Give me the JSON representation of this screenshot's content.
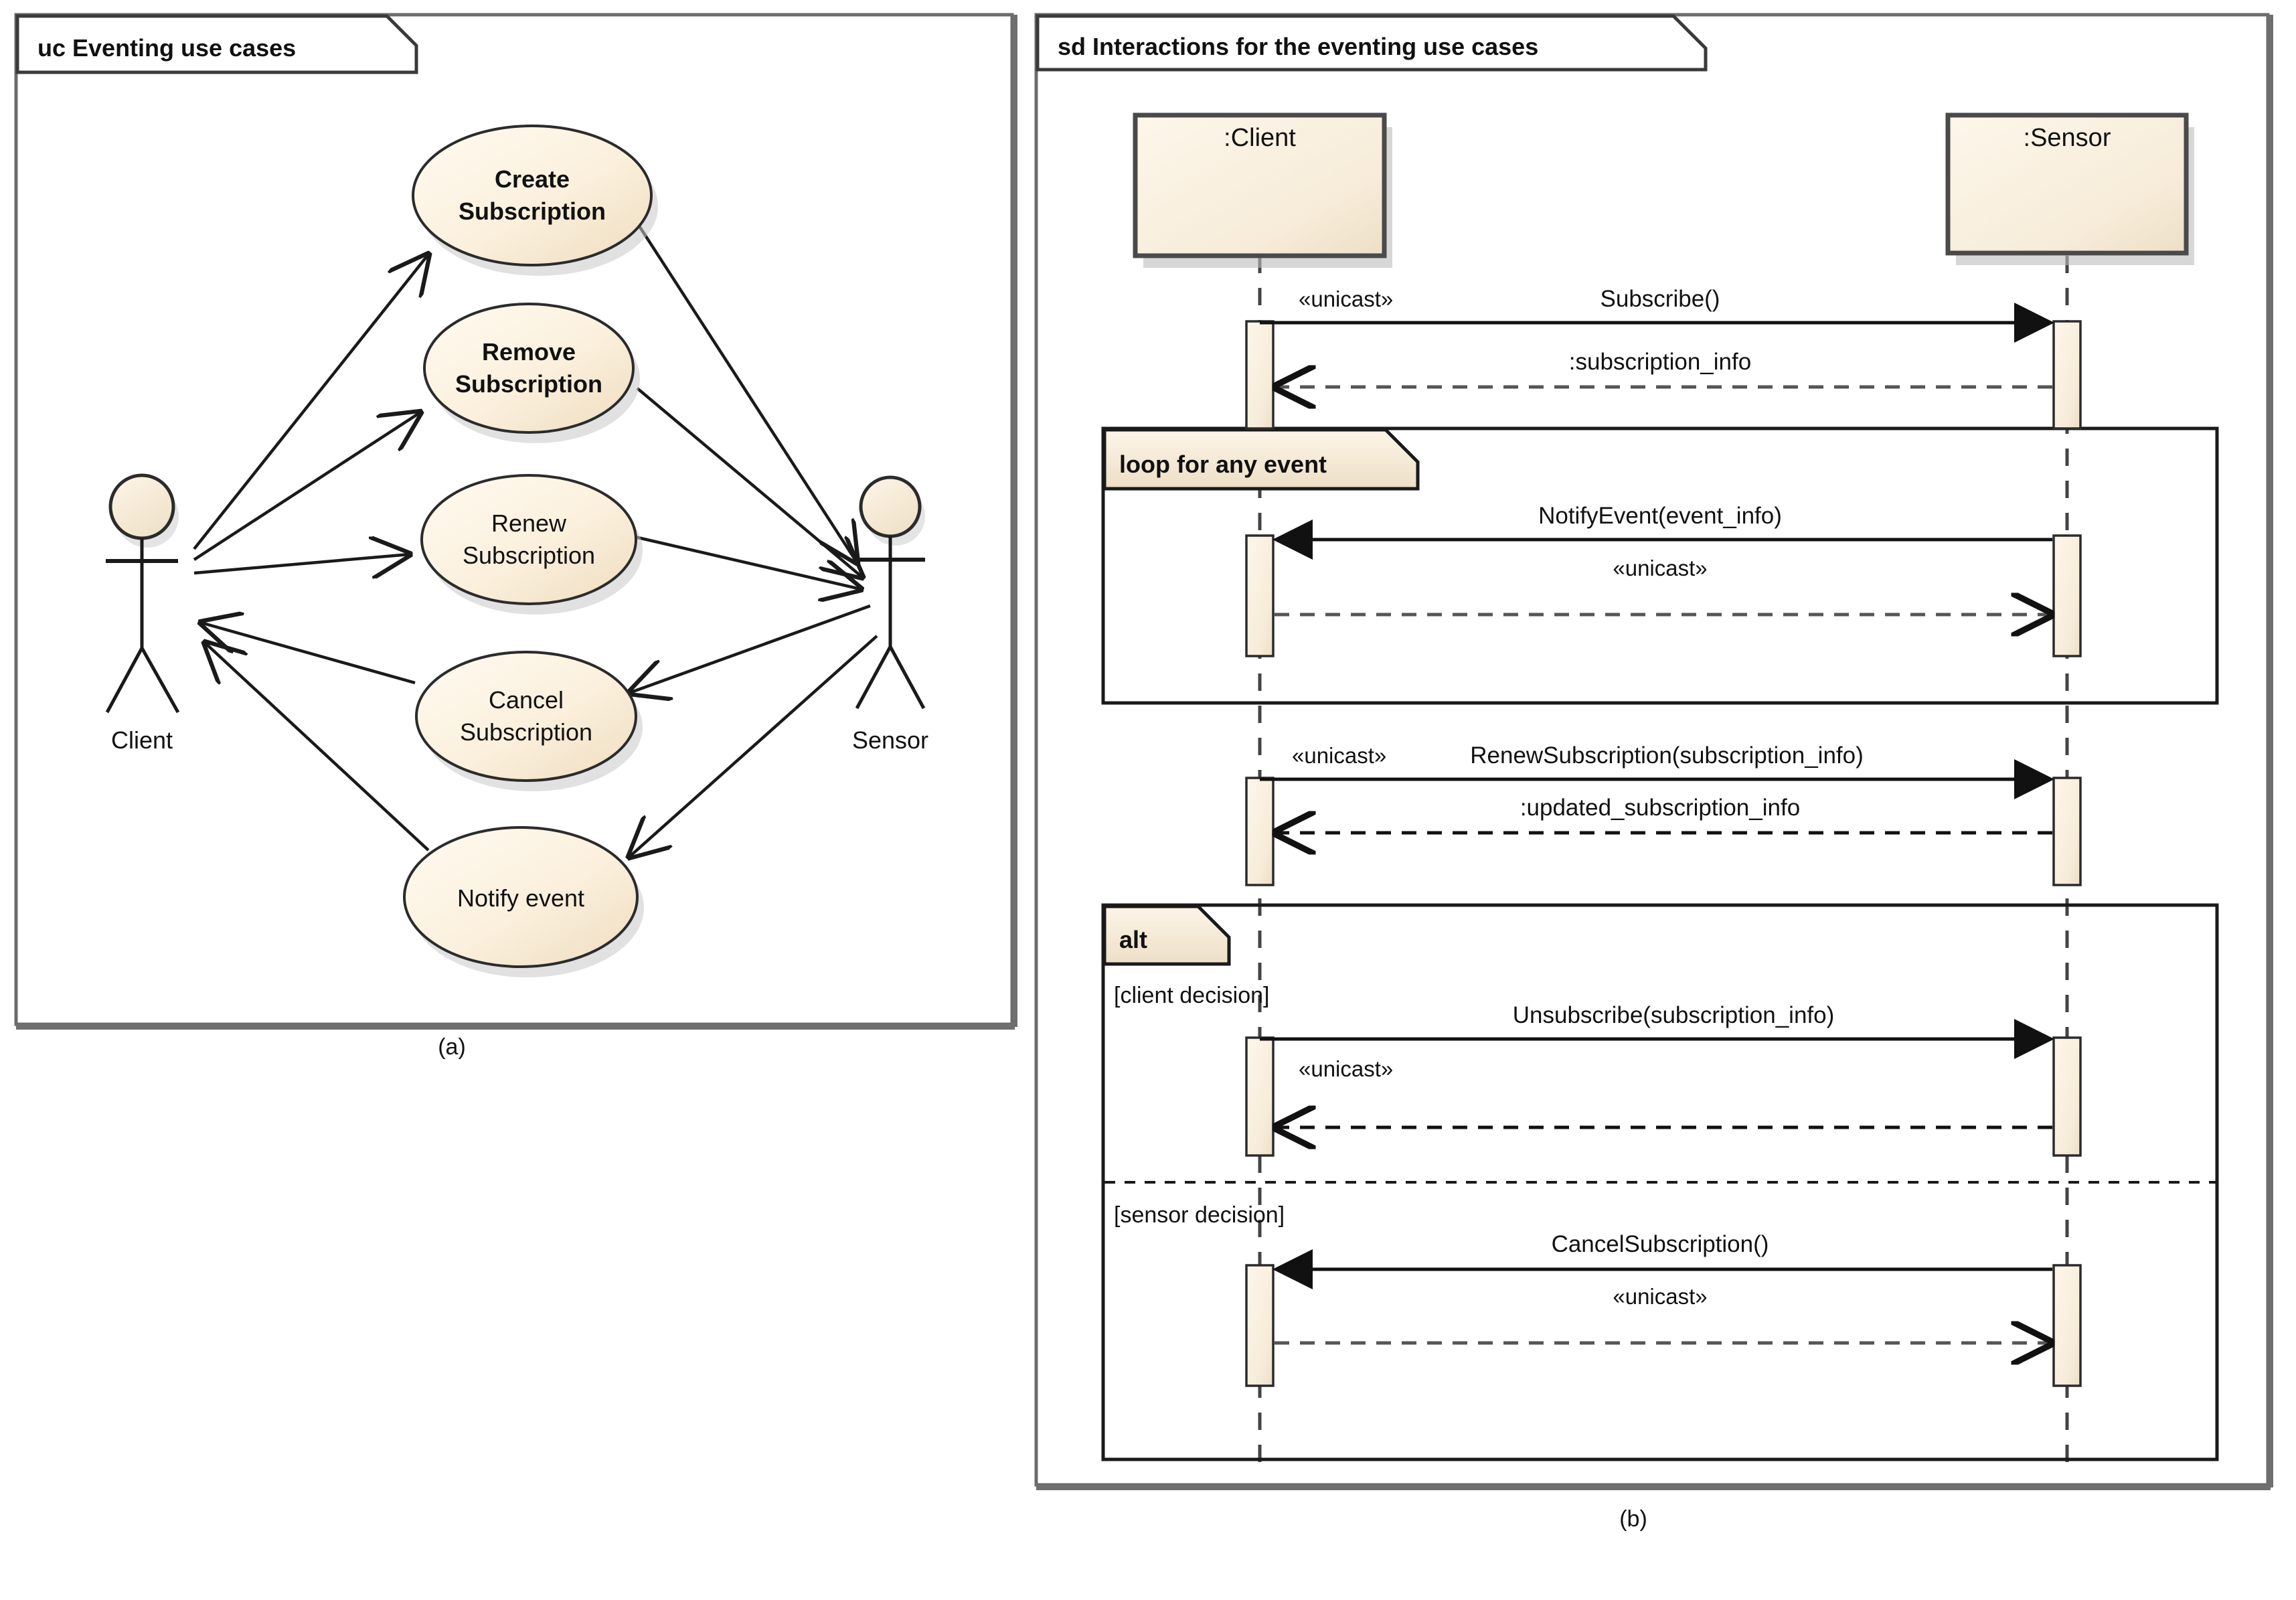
{
  "figure": {
    "caption_a": "(a)",
    "caption_b": "(b)"
  },
  "colors": {
    "frame_border": "#6b6b6b",
    "node_fill_light": "#fdf3e3",
    "node_fill_dark": "#f0dec2",
    "node_stroke": "#2b2b2b",
    "text": "#111111",
    "shadow": "#b9b9b9",
    "dashed_line": "#555555"
  },
  "usecase_diagram": {
    "frame_label": "uc Eventing use cases",
    "actors": [
      {
        "name": "client-actor",
        "label": "Client"
      },
      {
        "name": "sensor-actor",
        "label": "Sensor"
      }
    ],
    "use_cases": [
      {
        "name": "create-subscription",
        "line1": "Create",
        "line2": "Subscription"
      },
      {
        "name": "remove-subscription",
        "line1": "Remove",
        "line2": "Subscription"
      },
      {
        "name": "renew-subscription",
        "line1": "Renew",
        "line2": "Subscription"
      },
      {
        "name": "cancel-subscription",
        "line1": "Cancel",
        "line2": "Subscription"
      },
      {
        "name": "notify-event",
        "line1": "Notify event",
        "line2": ""
      }
    ],
    "associations": [
      {
        "from": "Client",
        "to": "Create Subscription",
        "direction": "to-usecase"
      },
      {
        "from": "Client",
        "to": "Renew Subscription",
        "direction": "to-usecase"
      },
      {
        "from": "Create Subscription",
        "to": "Sensor",
        "direction": "to-actor"
      },
      {
        "from": "Remove Subscription",
        "to": "Sensor",
        "direction": "to-actor"
      },
      {
        "from": "Renew Subscription",
        "to": "Sensor",
        "direction": "to-actor"
      },
      {
        "from": "Cancel Subscription",
        "to": "Client",
        "direction": "to-actor"
      },
      {
        "from": "Notify event",
        "to": "Client",
        "direction": "to-actor"
      },
      {
        "from": "Sensor",
        "to": "Cancel Subscription",
        "direction": "to-usecase"
      },
      {
        "from": "Sensor",
        "to": "Notify event",
        "direction": "to-usecase"
      }
    ]
  },
  "sequence_diagram": {
    "frame_label": "sd Interactions for the eventing use cases",
    "lifelines": [
      {
        "name": "client-lifeline",
        "label": ":Client"
      },
      {
        "name": "sensor-lifeline",
        "label": ":Sensor"
      }
    ],
    "messages": [
      {
        "id": "m1",
        "label": "Subscribe()",
        "stereotype": "«unicast»",
        "kind": "sync",
        "dir": "right"
      },
      {
        "id": "m2",
        "label": ":subscription_info",
        "stereotype": "",
        "kind": "reply",
        "dir": "left"
      },
      {
        "id": "m3",
        "label": "NotifyEvent(event_info)",
        "stereotype": "«unicast»",
        "kind": "sync",
        "dir": "left"
      },
      {
        "id": "m4",
        "label": "",
        "stereotype": "",
        "kind": "reply",
        "dir": "right"
      },
      {
        "id": "m5",
        "label": "RenewSubscription(subscription_info)",
        "stereotype": "«unicast»",
        "kind": "sync",
        "dir": "right"
      },
      {
        "id": "m6",
        "label": ":updated_subscription_info",
        "stereotype": "",
        "kind": "reply",
        "dir": "left"
      },
      {
        "id": "m7",
        "label": "Unsubscribe(subscription_info)",
        "stereotype": "«unicast»",
        "kind": "sync",
        "dir": "right"
      },
      {
        "id": "m8",
        "label": "",
        "stereotype": "",
        "kind": "reply",
        "dir": "left"
      },
      {
        "id": "m9",
        "label": "CancelSubscription()",
        "stereotype": "«unicast»",
        "kind": "sync",
        "dir": "left"
      },
      {
        "id": "m10",
        "label": "",
        "stereotype": "",
        "kind": "reply",
        "dir": "right"
      }
    ],
    "fragments": [
      {
        "name": "loop-fragment",
        "operator": "loop for any event",
        "guards": []
      },
      {
        "name": "alt-fragment",
        "operator": "alt",
        "guards": [
          "[client decision]",
          "[sensor decision]"
        ]
      }
    ]
  }
}
